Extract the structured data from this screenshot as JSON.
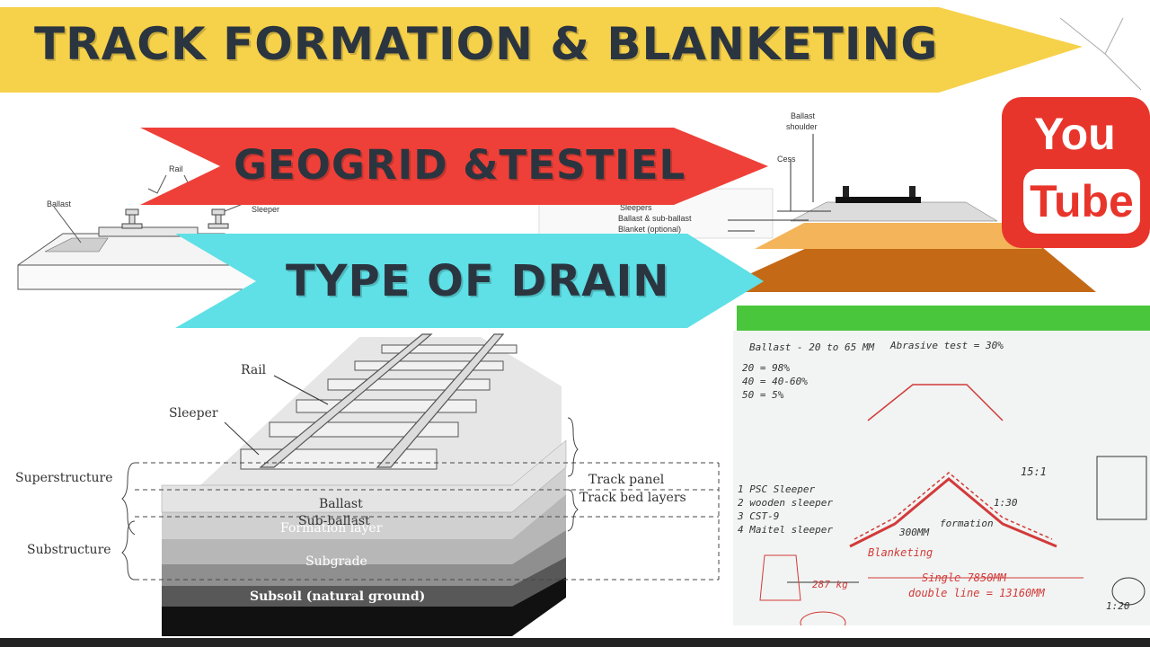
{
  "banners": {
    "title": "TRACK FORMATION & BLANKETING",
    "geogrid": "GEOGRID &TESTIEL",
    "drain": "TYPE OF DRAIN"
  },
  "youtube": {
    "line1": "You",
    "line2": "Tube"
  },
  "top_left_diagram": {
    "rail": "Rail",
    "ballast": "Ballast",
    "sleeper": "Sleeper"
  },
  "top_right_diagram": {
    "ballast_shoulder_1": "Ballast",
    "ballast_shoulder_2": "shoulder",
    "cess": "Cess",
    "sleepers": "Sleepers",
    "ballast_sub": "Ballast & sub-ballast",
    "blanket": "Blanket (optional)"
  },
  "track_diagram": {
    "rail": "Rail",
    "sleeper": "Sleeper",
    "superstructure": "Superstructure",
    "substructure": "Substructure",
    "track_panel": "Track panel",
    "track_bed": "Track bed layers",
    "ballast": "Ballast",
    "sub_ballast": "Sub-ballast",
    "formation": "Formation layer",
    "subgrade": "Subgrade",
    "subsoil": "Subsoil (natural ground)"
  },
  "whiteboard": {
    "lines": [
      "Ballast - 20 to 65 MM",
      "20 = 98%",
      "40 = 40-60%",
      "50 = 5%",
      "1 PSC Sleeper",
      "2 wooden sleeper",
      "3 CST-9",
      "4 Maitel sleeper",
      "Abrasive test = 30%",
      "1:20",
      "15:1",
      "300MM",
      "formation",
      "Blanketing",
      "Single 7850MM",
      "double line = 13160MM",
      "1:30",
      "287 kg"
    ]
  },
  "colors": {
    "yellow": "#f6d14a",
    "red": "#ee4038",
    "cyan": "#5ee0e6",
    "text": "#2b3540",
    "youtube_red": "#e8352b"
  }
}
